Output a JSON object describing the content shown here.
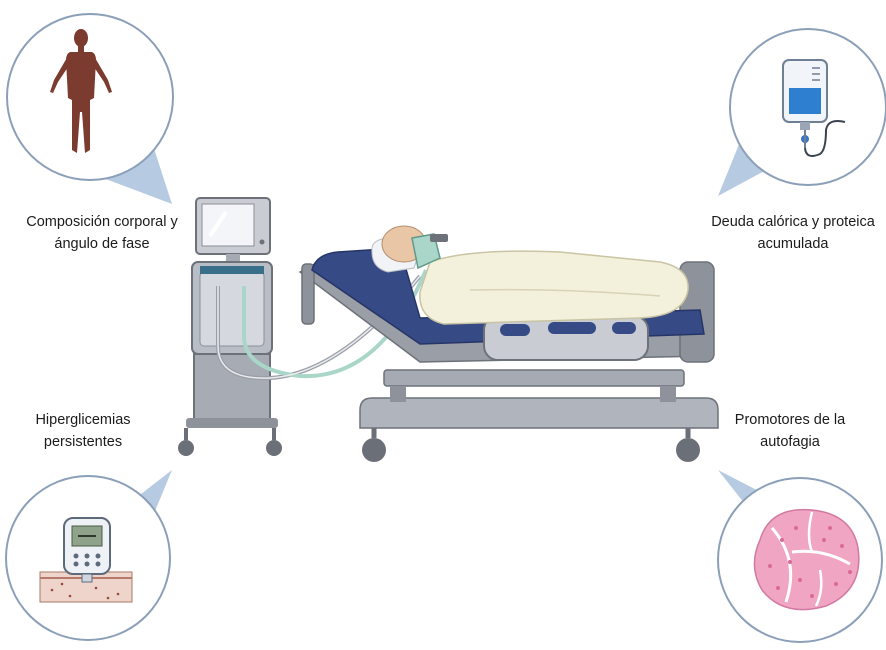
{
  "colors": {
    "circle_stroke": "#8c9fb8",
    "pointer": "#b6cbe2",
    "mattress": "#364a86",
    "bed_frame": "#9a9ea6",
    "skin": "#7a3a2d",
    "tubing": "#a9d6c8"
  },
  "labels": {
    "top_left": {
      "line1": "Composición corporal y",
      "line2": "ángulo de fase"
    },
    "top_right": {
      "line1": "Deuda calórica y proteica",
      "line2": "acumulada"
    },
    "bottom_left": {
      "line1": "Hiperglicemias",
      "line2": "persistentes"
    },
    "bottom_right": {
      "line1": "Promotores de la",
      "line2": "autofagia"
    }
  },
  "icons": {
    "top_left": "human-body-silhouette-icon",
    "top_right": "iv-bag-icon",
    "bottom_left": "glucometer-icon",
    "bottom_right": "tissue-histology-icon",
    "center": "icu-bed-ventilator-illustration"
  }
}
